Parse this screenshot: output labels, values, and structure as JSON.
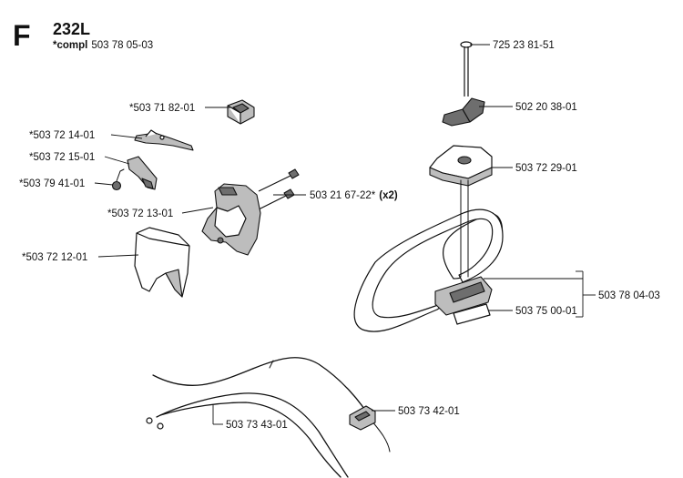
{
  "header": {
    "section_letter": "F",
    "model": "232L",
    "compl_prefix": "*compl",
    "compl_number": "503 78 05-03"
  },
  "parts": [
    {
      "id": "p1",
      "number": "*503 71 82-01"
    },
    {
      "id": "p2",
      "number": "*503 72 14-01"
    },
    {
      "id": "p3",
      "number": "*503 72 15-01"
    },
    {
      "id": "p4",
      "number": "*503 79 41-01"
    },
    {
      "id": "p5",
      "number": "503 21 67-22*",
      "qty": "(x2)"
    },
    {
      "id": "p6",
      "number": "*503 72 13-01"
    },
    {
      "id": "p7",
      "number": "*503 72 12-01"
    },
    {
      "id": "p8",
      "number": "725 23 81-51"
    },
    {
      "id": "p9",
      "number": "502 20 38-01"
    },
    {
      "id": "p10",
      "number": "503 72 29-01"
    },
    {
      "id": "p11",
      "number": "503 78 04-03"
    },
    {
      "id": "p12",
      "number": "503 75 00-01"
    },
    {
      "id": "p13",
      "number": "503 73 42-01"
    },
    {
      "id": "p14",
      "number": "503 73 43-01"
    }
  ]
}
